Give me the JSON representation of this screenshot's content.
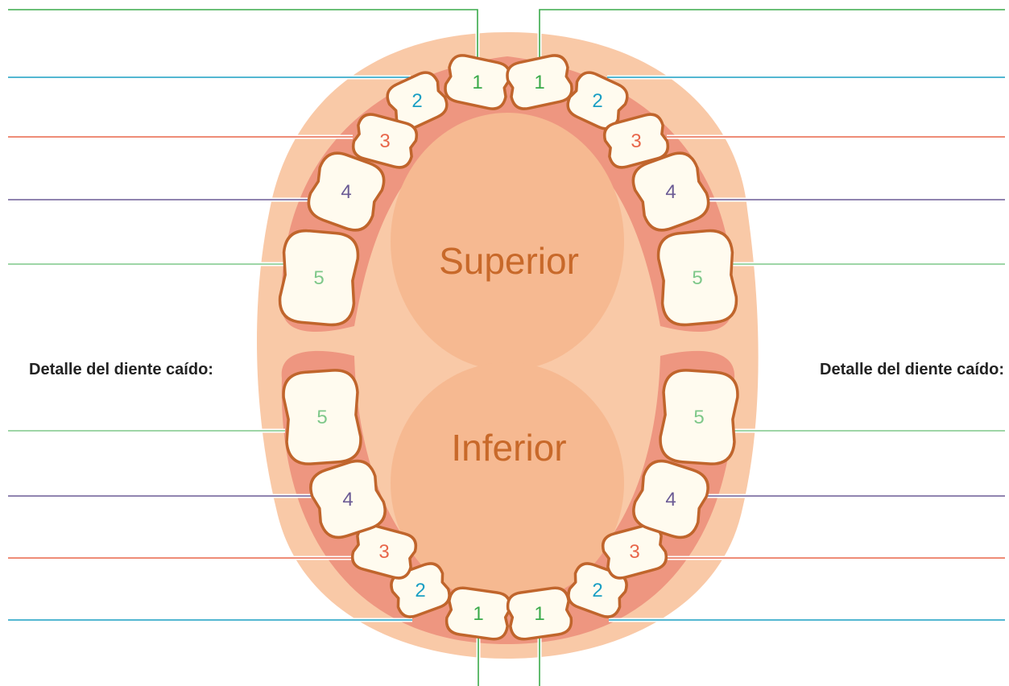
{
  "labels": {
    "upper_jaw": "Superior",
    "lower_jaw": "Inferior",
    "caption_left": "Detalle del diente caído:",
    "caption_right": "Detalle del diente caído:"
  },
  "teeth": {
    "upper_left": [
      "1",
      "2",
      "3",
      "4",
      "5"
    ],
    "upper_right": [
      "1",
      "2",
      "3",
      "4",
      "5"
    ],
    "lower_left": [
      "1",
      "2",
      "3",
      "4",
      "5"
    ],
    "lower_right": [
      "1",
      "2",
      "3",
      "4",
      "5"
    ]
  },
  "colors": {
    "tooth_1": "#3aaa4a",
    "tooth_2": "#1a9fc4",
    "tooth_3": "#e8664a",
    "tooth_4": "#6b5b95",
    "tooth_5": "#7fc88a",
    "face": "#f9c9a7",
    "gum": "#ee9680",
    "palate": "#f6b991",
    "tooth_fill": "#fffbef",
    "tooth_outline": "#c0652c"
  }
}
